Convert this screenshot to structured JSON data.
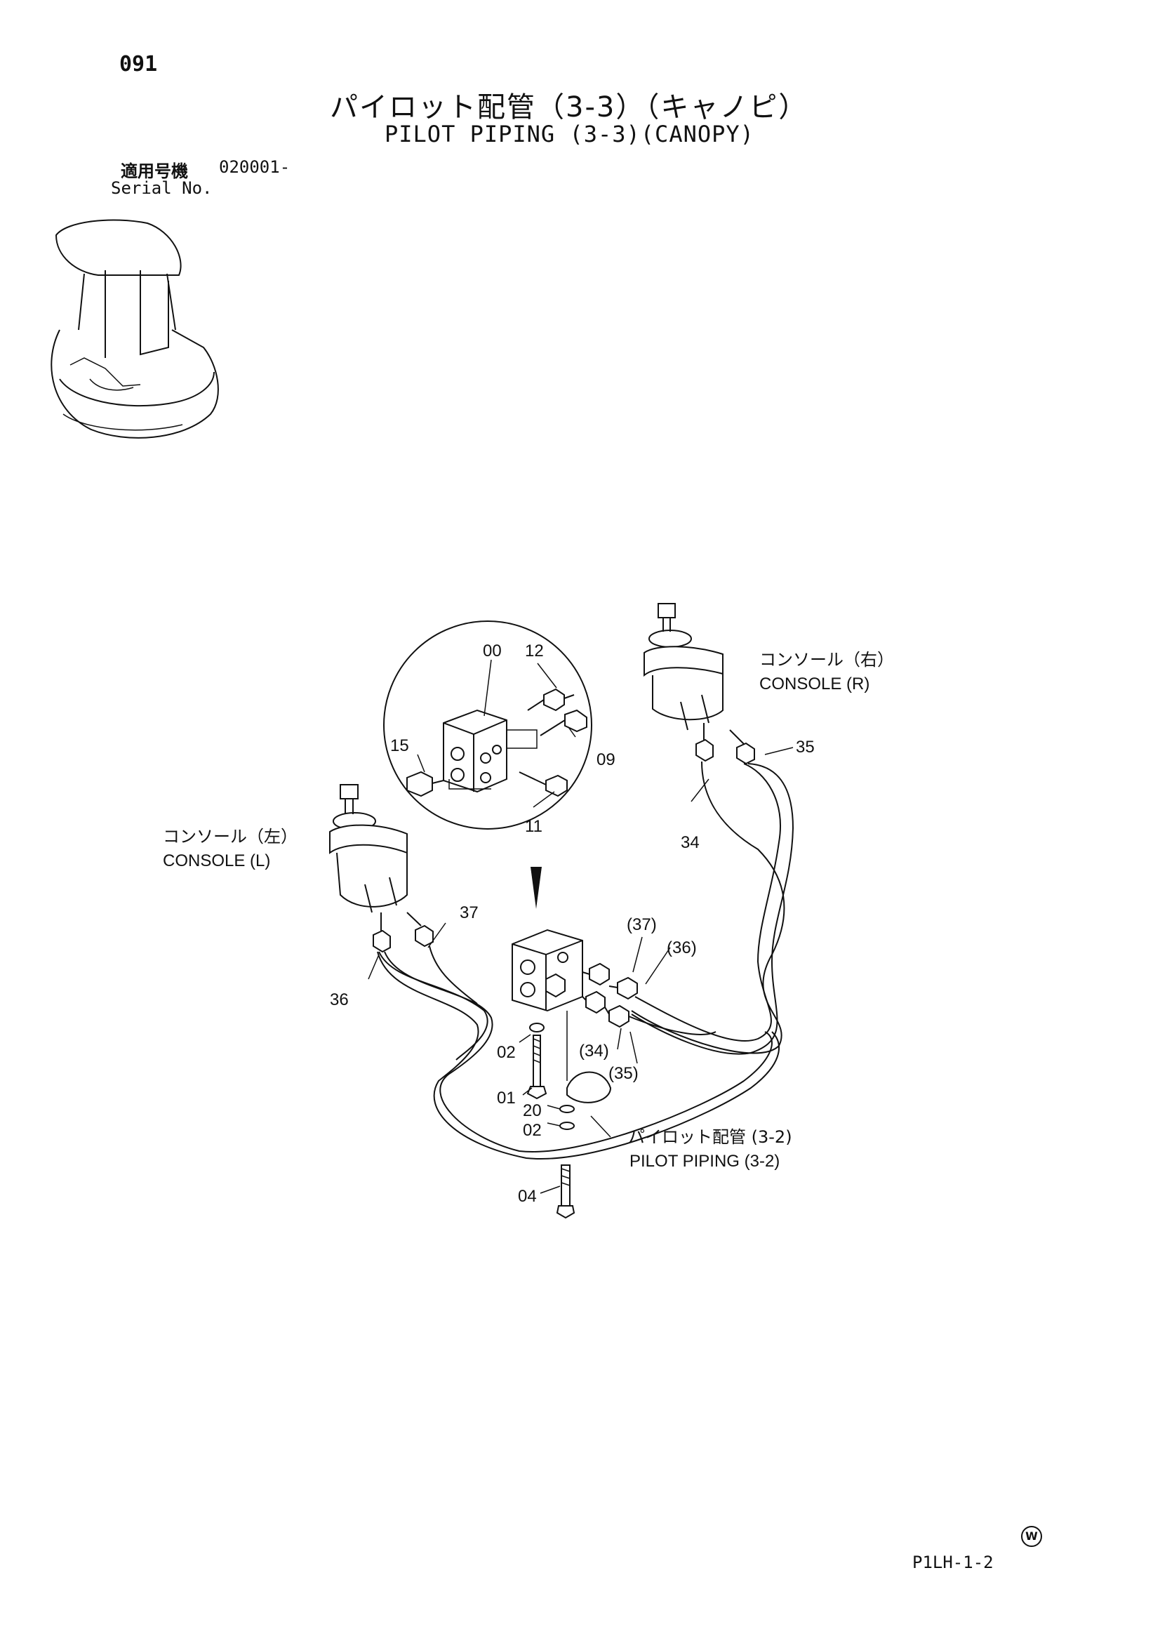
{
  "header": {
    "page_number": "091",
    "title_jp": "パイロット配管（3-3）（キャノピ）",
    "title_en": "PILOT PIPING (3-3)(CANOPY)",
    "serial_label_jp": "適用号機",
    "serial_value": "020001-",
    "serial_label_en": "Serial No."
  },
  "diagram": {
    "console_r_jp": "コンソール（右）",
    "console_r_en": "CONSOLE (R)",
    "console_l_jp": "コンソール（左）",
    "console_l_en": "CONSOLE (L)",
    "ref_jp": "パイロット配管 (3-2)",
    "ref_en": "PILOT PIPING (3-2)",
    "part_labels": {
      "p00": "00",
      "p12": "12",
      "p15": "15",
      "p09": "09",
      "p11": "11",
      "p35": "35",
      "p34": "34",
      "p37": "37",
      "p36": "36",
      "p37b": "(37)",
      "p36b": "(36)",
      "p34b": "(34)",
      "p35b": "(35)",
      "p02a": "02",
      "p01": "01",
      "p20": "20",
      "p02b": "02",
      "p04": "04"
    }
  },
  "footer": {
    "code": "P1LH-1-2",
    "mark": "W"
  }
}
